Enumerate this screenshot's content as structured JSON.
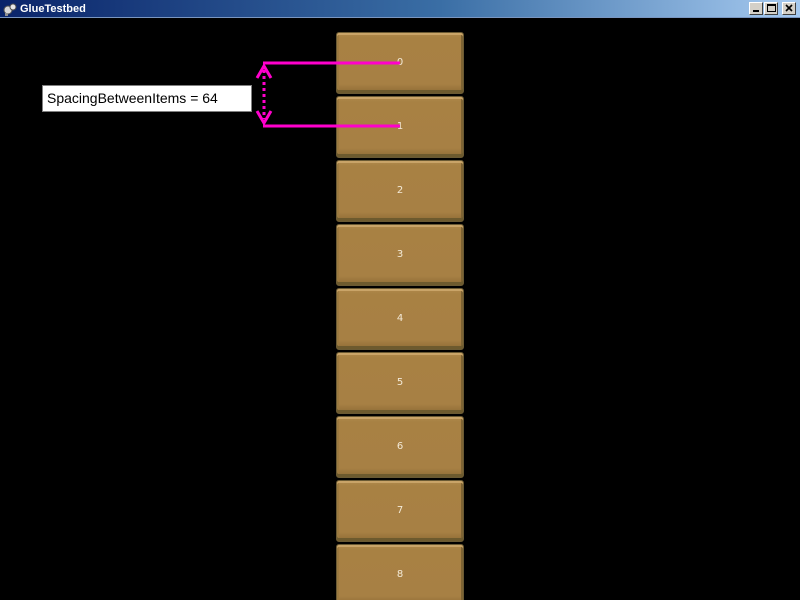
{
  "window": {
    "title": "GlueTestbed",
    "controls": {
      "minimize_icon": "minimize-icon",
      "maximize_icon": "maximize-icon",
      "close_icon": "close-icon"
    }
  },
  "list": {
    "items": [
      {
        "label": "0"
      },
      {
        "label": "1"
      },
      {
        "label": "2"
      },
      {
        "label": "3"
      },
      {
        "label": "4"
      },
      {
        "label": "5"
      },
      {
        "label": "6"
      },
      {
        "label": "7"
      },
      {
        "label": "8"
      }
    ]
  },
  "annotation": {
    "text": "SpacingBetweenItems = 64",
    "color": "#ff00cc"
  },
  "colors": {
    "background": "#000000",
    "item_fill": "#a78044",
    "item_text": "#f4ead8"
  }
}
